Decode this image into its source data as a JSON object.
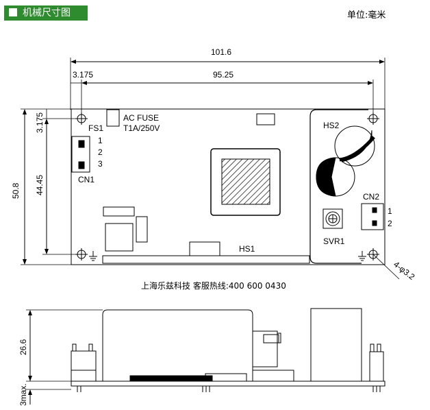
{
  "header": {
    "title": "机械尺寸图",
    "unit": "单位:毫米"
  },
  "top_view": {
    "dim_width": "101.6",
    "dim_hole_pitch_x": "95.25",
    "dim_hole_offset_x": "3.175",
    "dim_height": "50.8",
    "dim_hole_pitch_y": "44.45",
    "dim_hole_offset_y": "3.175",
    "fs1": "FS1",
    "ac_fuse": "AC FUSE",
    "fuse_rating": "T1A/250V",
    "cn1": "CN1",
    "cn1_pins": [
      "1",
      "2",
      "3"
    ],
    "hs2": "HS2",
    "cn2": "CN2",
    "cn2_pins": [
      "1",
      "2"
    ],
    "svr1": "SVR1",
    "hs1": "HS1",
    "mount_hole": "4-φ3.2"
  },
  "company_line": "上海乐兹科技 客服热线:400 600 0430",
  "side_view": {
    "dim_height": "26.6",
    "dim_pin": "3max."
  }
}
